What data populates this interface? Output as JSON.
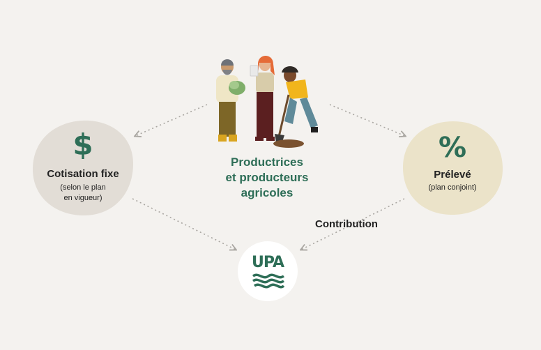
{
  "left_node": {
    "symbol": "$",
    "title": "Cotisation fixe",
    "subtitle_line1": "(selon le plan",
    "subtitle_line2": "en vigueur)",
    "color": "#e2ddd6"
  },
  "center_node": {
    "title_line1": "Productrices",
    "title_line2": "et producteurs",
    "title_line3": "agricoles",
    "color": "#2e6e57"
  },
  "right_node": {
    "symbol": "%",
    "title": "Prélevé",
    "subtitle": "(plan conjoint)",
    "color": "#ebe3c9"
  },
  "bottom_node": {
    "logo_text": "UPA",
    "color": "#2e6e57"
  },
  "edge_label": "Contribution",
  "icons": {
    "people": "farmers-illustration-icon",
    "arrows": "dotted-arrow-icon"
  }
}
